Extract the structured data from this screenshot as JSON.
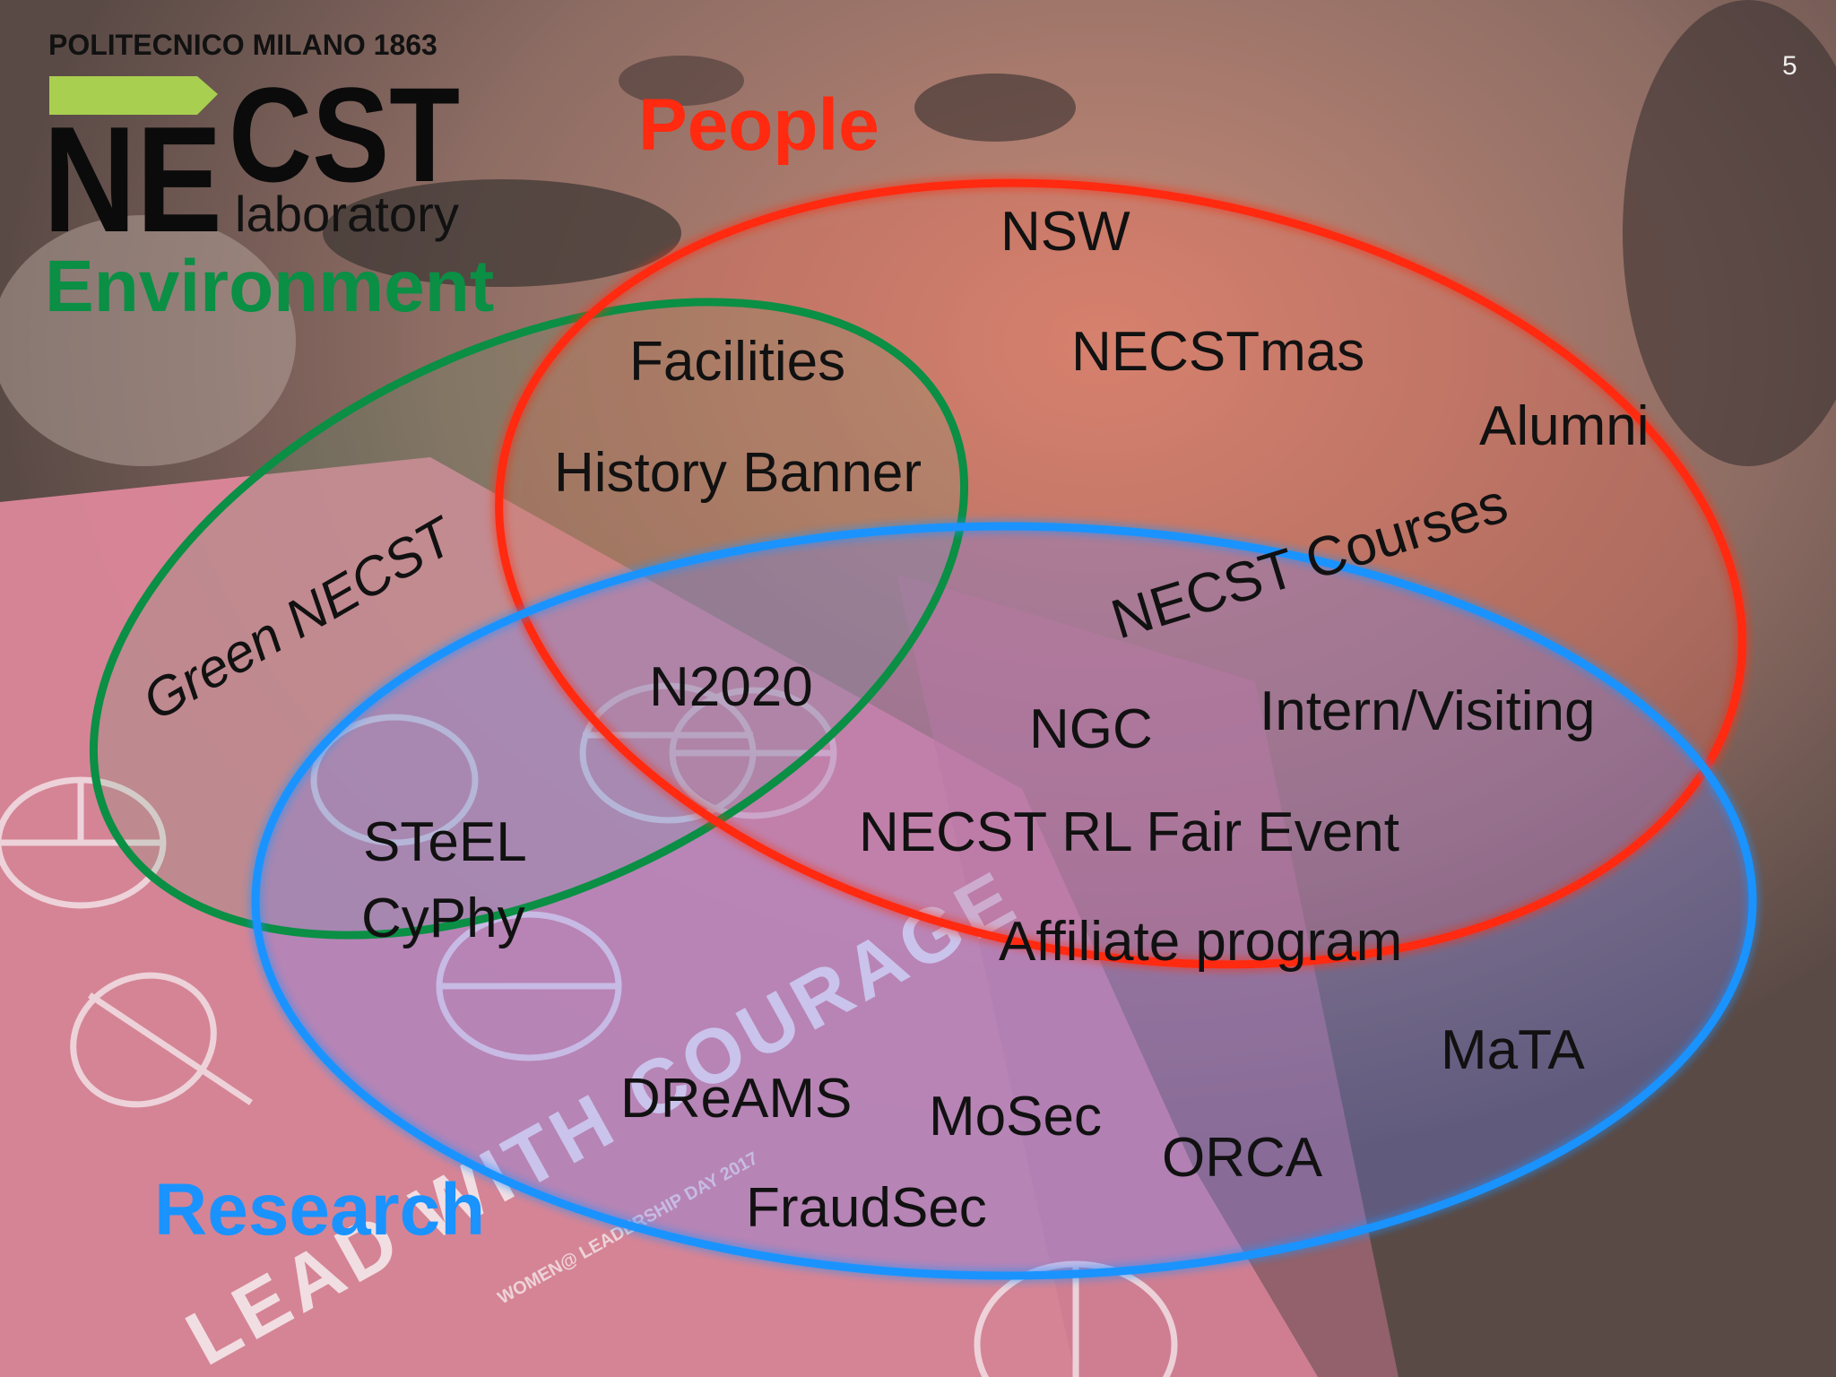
{
  "slide": {
    "page_number": "5"
  },
  "logo": {
    "institution": "POLITECNICO MILANO 1863",
    "brand_letters_left": "NE",
    "brand_letters_right": "CST",
    "subtitle": "laboratory",
    "accent_color": "#a8cf4f"
  },
  "categories": {
    "people": {
      "label": "People",
      "color": "#ff2a10"
    },
    "environment": {
      "label": "Environment",
      "color": "#0a8f45"
    },
    "research": {
      "label": "Research",
      "color": "#1a93ff"
    }
  },
  "items": {
    "nsw": "NSW",
    "necstmas": "NECSTmas",
    "alumni": "Alumni",
    "facilities": "Facilities",
    "history_banner": "History Banner",
    "green_necst": "Green NECST",
    "necst_courses": "NECST Courses",
    "n2020": "N2020",
    "ngc": "NGC",
    "intern_visiting": "Intern/Visiting",
    "necst_rl_fair_event": "NECST RL Fair Event",
    "affiliate_program": "Affiliate program",
    "steel": "STeEL",
    "cyphy": "CyPhy",
    "mata": "MaTA",
    "dreams": "DReAMS",
    "mosec": "MoSec",
    "orca": "ORCA",
    "fraudsec": "FraudSec"
  },
  "background": {
    "book_text": "LEAD WITH COURAGE",
    "book_subtext": "WOMEN@ LEADERSHIP DAY 2017"
  }
}
